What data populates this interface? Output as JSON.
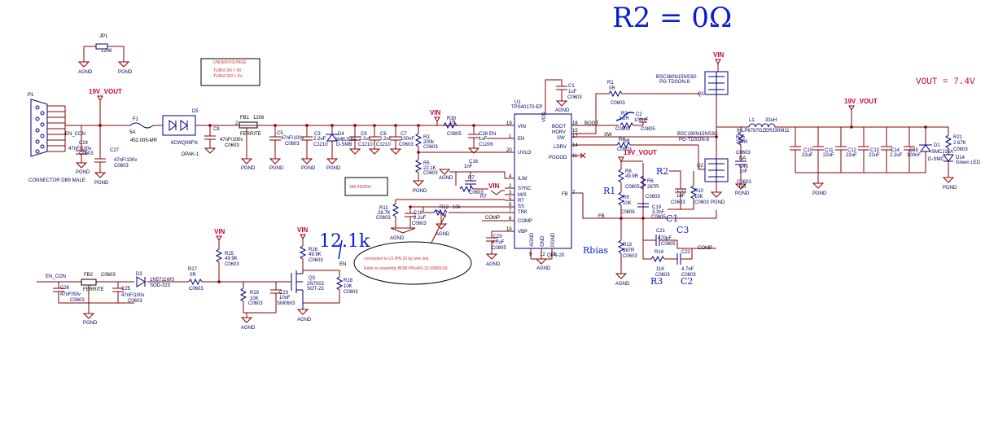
{
  "title_handwritten": "R2 = 0Ω",
  "vout_note": "VOUT = 7.4V",
  "handwritten": {
    "r1": "R1",
    "r2": "R2",
    "r3": "R3",
    "c1": "C1",
    "c2": "C2",
    "c3": "C3",
    "rbias": "Rbias",
    "twelve_k": "12.1k"
  },
  "undervoltage_box": {
    "title": "UNDERVOLTAGE",
    "line1": "TURN ON > 9V",
    "line2": "TURN OFF< 6V"
  },
  "freq_box": "366.4326Hz",
  "note_ellipse": {
    "line1": "connected to U1 PIN 10 by wire link.",
    "line2": "Refer to assembly BOM P/N:401-31-00850-00."
  },
  "jp1": {
    "ref": "JP1",
    "pkg": "1206",
    "gnd_left": "AGND",
    "gnd_right": "PGND"
  },
  "connector": {
    "ref": "P1",
    "name": "CONNECTOR DB9 MALE"
  },
  "nets": {
    "v19": "19V_VOUT",
    "vin": "VIN",
    "en_con": "EN_CON",
    "en": "EN",
    "comp": "COMP",
    "fb": "FB",
    "boot": "BOOT",
    "sw": "SW"
  },
  "gnd": {
    "pgnd": "PGND",
    "agnd": "AGND"
  },
  "parts": {
    "f1": [
      "F1",
      "5A",
      "452.005-MR"
    ],
    "d5": [
      "D5",
      "6CWQ06FN",
      "DPAK-1"
    ],
    "fb1": [
      "FB1",
      "1206",
      "FERRITE"
    ],
    "c8": [
      "C8",
      "47nF/100v",
      "C0603"
    ],
    "c5": [
      "C5",
      "47nF/100v",
      "C0603"
    ],
    "c3": [
      "C3",
      "2.2uF",
      "C1210"
    ],
    "d4": [
      "D4",
      "SMBJ18A",
      "D-SMB"
    ],
    "c9": [
      "C9",
      "2.2uF",
      "C1210"
    ],
    "c6": [
      "C6",
      "2.2uF",
      "C1210"
    ],
    "c7": [
      "C7",
      "100nF",
      "C0603"
    ],
    "c24": [
      "C24",
      "47nF/100v",
      "C0603"
    ],
    "c27": [
      "C27",
      "47nF/100v",
      "C0603"
    ],
    "r3": [
      "R3",
      "200k",
      "C0603"
    ],
    "r5": [
      "R5",
      "22.1K",
      "C0603"
    ],
    "r30": [
      "R30",
      "1R",
      "C0805"
    ],
    "c28": [
      "C28",
      "1uF",
      "C1206"
    ],
    "c1": [
      "C1",
      "1uF",
      "C0603"
    ],
    "u1": [
      "U1",
      "TPS40170-EP",
      "QFN-20"
    ],
    "c16": [
      "C16",
      "1nF",
      "C0603"
    ],
    "r7": [
      "R7",
      "RT"
    ],
    "r11": [
      "R11",
      "28.7K",
      "C0603"
    ],
    "c18": [
      "C18",
      "2.2uF",
      "C0603"
    ],
    "r12": [
      "R12",
      "10k"
    ],
    "c20": [
      "C20",
      "4.7uF",
      "C0805"
    ],
    "r1": [
      "R1",
      "0R",
      "C0603"
    ],
    "r2": [
      "R2",
      "2.2R",
      "C0805"
    ],
    "c2": [
      "C2",
      "100nF",
      "C0805"
    ],
    "r4": [
      "R4",
      "0R",
      "C0603"
    ],
    "q1": [
      "Q1",
      "BSC360N15NS3G",
      "PG-TDSON-8"
    ],
    "q2": [
      "Q2",
      "BSC190N15NS3G",
      "PG-TDSON-8"
    ],
    "r25": [
      "R25",
      "287R",
      "C0603",
      "NA"
    ],
    "c45": [
      "C45",
      "1nF",
      "C0603",
      "NA"
    ],
    "l1": [
      "L1",
      "33uH",
      "IHLP6767GZER330M11"
    ],
    "r8": [
      "R8",
      "49.9R",
      "C0805"
    ],
    "r6": [
      "R6",
      "287R",
      "C0603"
    ],
    "r9": [
      "R9",
      "10K",
      "C0805"
    ],
    "c17": [
      "C17",
      "1nF",
      "C0603"
    ],
    "r10": [
      "R10",
      "10K",
      "C0603"
    ],
    "c19": [
      "C19",
      "3.3nF",
      "C0805"
    ],
    "c21": [
      "C21",
      "470pF",
      "C0805"
    ],
    "r13": [
      "R13",
      "887R",
      "C0603"
    ],
    "r14": [
      "R14",
      "11K",
      "C0603"
    ],
    "c22": [
      "C22",
      "4.7nF",
      "C0603"
    ],
    "c10": [
      "C10",
      "22uF"
    ],
    "c11": [
      "C11",
      "22uF"
    ],
    "c12": [
      "C12",
      "22uF"
    ],
    "c13": [
      "C13",
      "22uF"
    ],
    "c14": [
      "C14",
      "2.2uF"
    ],
    "c15": [
      "C15",
      "100nF"
    ],
    "d1": [
      "D1",
      "SMCJ15A",
      "D-SMC"
    ],
    "r21": [
      "R21",
      "2.67K",
      "C0603"
    ],
    "d14": [
      "D14",
      "Green LED"
    ],
    "fb2": [
      "FB2",
      "C0603",
      "FERRITE"
    ],
    "c26": [
      "C26",
      "47nF/50v",
      "C0603"
    ],
    "c25": [
      "C25",
      "47nF/100v",
      "C0603"
    ],
    "d3": [
      "D3",
      "1N5711WS",
      "SOD-323"
    ],
    "r17": [
      "R17",
      "0R",
      "C0603"
    ],
    "r15": [
      "R15",
      "49.9K",
      "C0603"
    ],
    "r19": [
      "R19",
      "10K",
      "C0603"
    ],
    "c23": [
      "C23",
      "10nF",
      "SM0603"
    ],
    "r16": [
      "R16",
      "49.9K",
      "C0603"
    ],
    "q3": [
      "Q3",
      "2N7002",
      "SOT-23"
    ],
    "r18": [
      "R18",
      "10K",
      "C0603"
    ]
  },
  "u1_pins_left": [
    "VIN",
    "EN",
    "UVLO",
    "ILIM",
    "SYNC",
    "M/S",
    "RT",
    "SS",
    "TRK",
    "COMP",
    "VBP"
  ],
  "u1_pins_right": [
    "VDD",
    "BOOT",
    "HDRV",
    "SW",
    "LDRV",
    "PGOOD",
    "FB"
  ],
  "u1_pins_bottom": [
    "AGND",
    "GND",
    "PGND"
  ],
  "u1_pinnums_left": [
    "19",
    "1",
    "20",
    "4",
    "2",
    "3",
    "5",
    "6",
    "7",
    "8",
    "15"
  ],
  "u1_pinnums_right": [
    "16",
    "15",
    "17",
    "14",
    "11",
    "7"
  ],
  "u1_pinnums_bottom": [
    "9",
    "12",
    "13"
  ]
}
